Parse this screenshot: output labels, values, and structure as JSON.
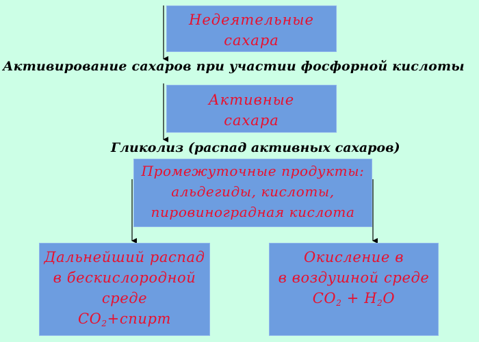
{
  "nodes": {
    "inactive_sugars": {
      "lines": [
        "Недеятельные",
        "сахара"
      ]
    },
    "active_sugars": {
      "lines": [
        "Активные",
        "сахара"
      ]
    },
    "intermediates": {
      "lines": [
        "Промежуточные продукты:",
        "альдегиды, кислоты,",
        "пировиноградная кислота"
      ]
    },
    "anaerobic": {
      "lines": [
        "Дальнейший распад",
        "в бескислородной",
        "среде"
      ],
      "formula": {
        "a": "CO",
        "sub": "2",
        "b": "+спирт"
      }
    },
    "aerobic": {
      "lines": [
        "Окисление в",
        "в воздушной среде"
      ],
      "formula": {
        "a": "CO",
        "sub1": "2",
        "mid": " + H",
        "sub2": "2",
        "b": "O"
      }
    }
  },
  "steps": {
    "activation": "Активирование сахаров при участии фосфорной кислоты",
    "glycolysis": "Гликолиз (распад активных сахаров)"
  },
  "colors": {
    "background": "#ccffe6",
    "box": "#6d9de0",
    "box_text": "#e8102d",
    "caption_text": "#000000"
  }
}
